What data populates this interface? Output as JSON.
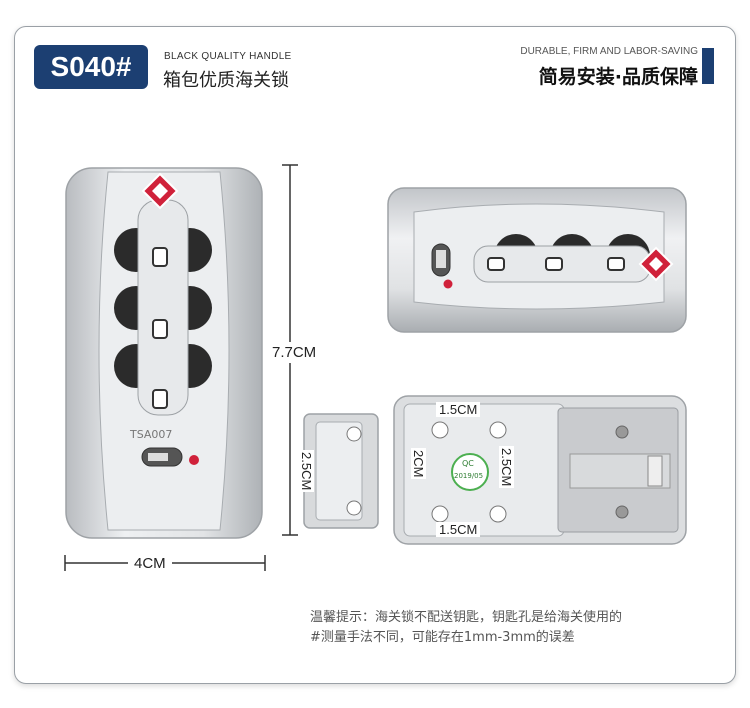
{
  "header": {
    "model": "S040#",
    "subtitle_en": "BLACK QUALITY HANDLE",
    "subtitle_cn": "箱包优质海关锁",
    "slogan_en": "DURABLE, FIRM AND LABOR-SAVING",
    "slogan_cn": "简易安装·品质保障"
  },
  "dimensions": {
    "height": "7.7CM",
    "width": "4CM",
    "back_w": "1.5CM",
    "back_h": "2.5CM",
    "back_inner": "2CM",
    "back_w_bottom": "1.5CM",
    "side_h": "2.5CM"
  },
  "labels": {
    "tsa_text": "TSA007",
    "qc_text": "QC",
    "qc_date": "2019/05"
  },
  "note": {
    "line1": "温馨提示：海关锁不配送钥匙，钥匙孔是给海关使用的",
    "line2": "#测量手法不同，可能存在1mm-3mm的误差"
  },
  "colors": {
    "brand": "#1c3f72",
    "tsa_red": "#d0213a",
    "silver": "#d6d8da"
  }
}
